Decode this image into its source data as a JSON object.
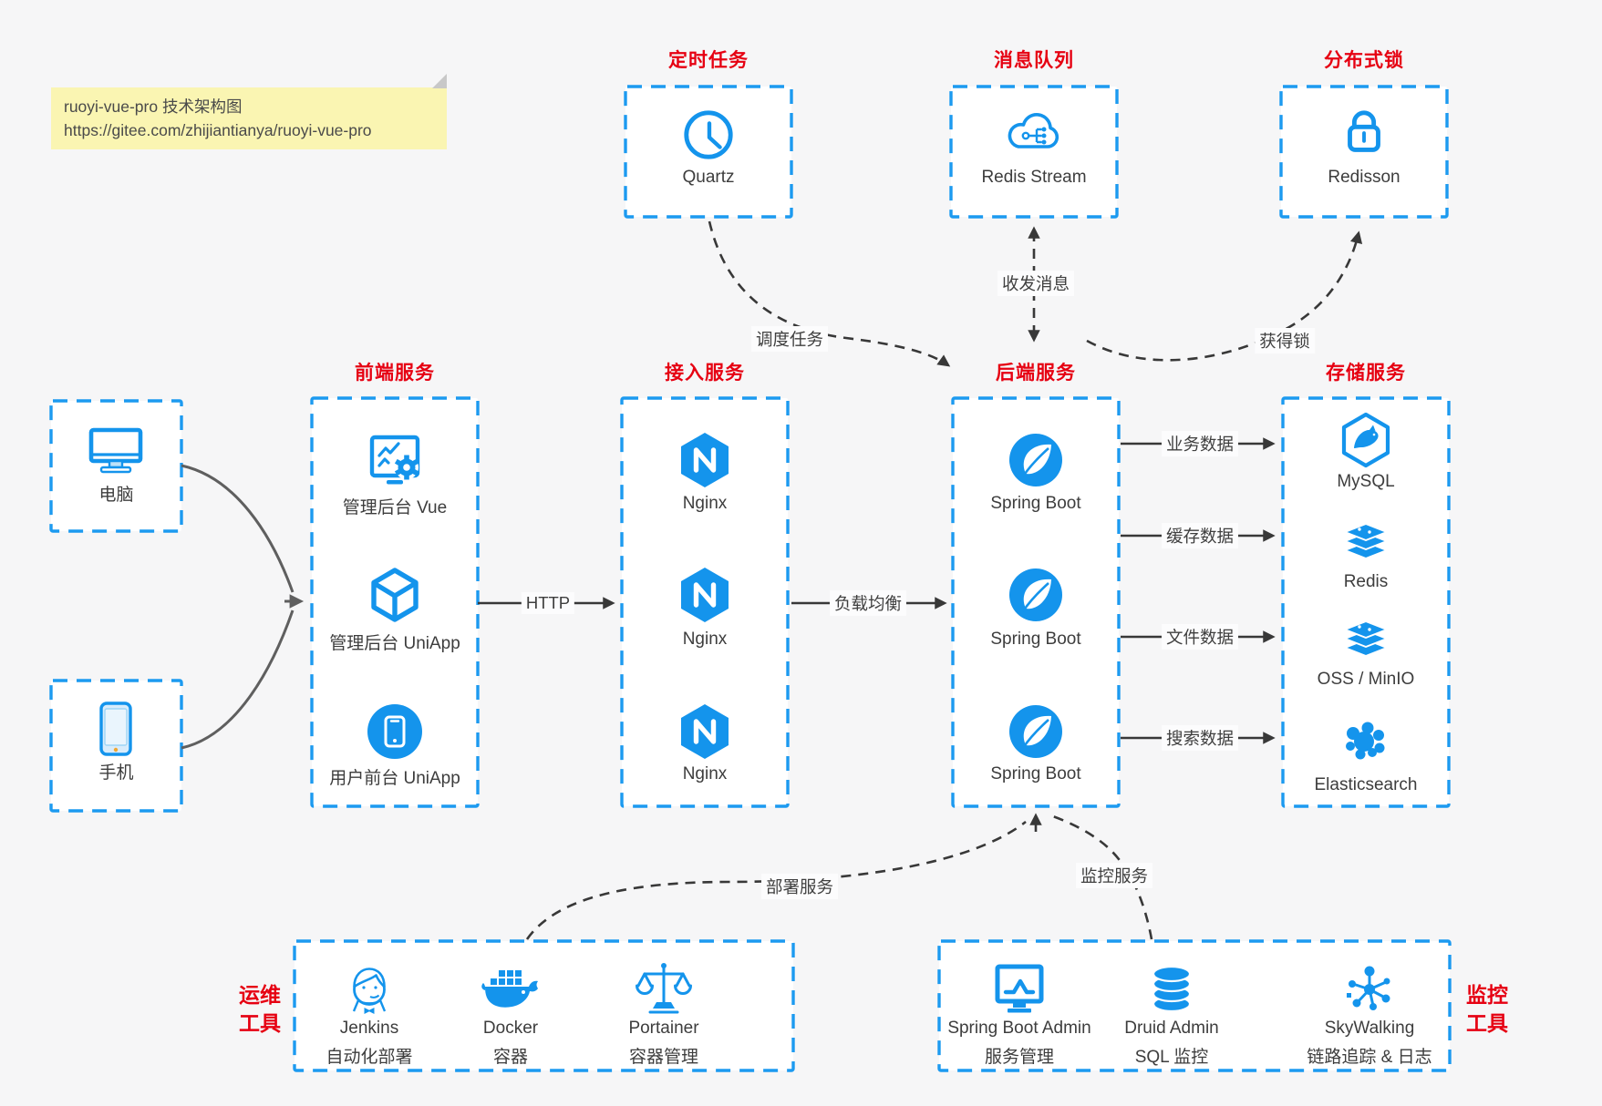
{
  "note": {
    "line1": "ruoyi-vue-pro 技术架构图",
    "line2": "https://gitee.com/zhijiantianya/ruoyi-vue-pro"
  },
  "colors": {
    "accent_blue": "#1494ec",
    "dashed_border_blue": "#1c9af0",
    "title_red": "#e60012",
    "note_yellow": "#faf5b2",
    "text": "#3d3d3d",
    "line_dark": "#383838",
    "line_gray": "#5f5f5f"
  },
  "top_groups": [
    {
      "title": "定时任务",
      "icon": "clock-icon",
      "label": "Quartz"
    },
    {
      "title": "消息队列",
      "icon": "cloud-stream-icon",
      "label": "Redis Stream"
    },
    {
      "title": "分布式锁",
      "icon": "lock-icon",
      "label": "Redisson"
    }
  ],
  "clients": [
    {
      "icon": "desktop-icon",
      "label": "电脑"
    },
    {
      "icon": "smartphone-icon",
      "label": "手机"
    }
  ],
  "columns": {
    "frontend": {
      "title": "前端服务",
      "items": [
        {
          "icon": "admin-vue-icon",
          "label": "管理后台 Vue"
        },
        {
          "icon": "uniapp-cube-icon",
          "label": "管理后台 UniApp"
        },
        {
          "icon": "user-app-icon",
          "label": "用户前台 UniApp"
        }
      ]
    },
    "gateway": {
      "title": "接入服务",
      "items": [
        {
          "icon": "nginx-icon",
          "label": "Nginx"
        },
        {
          "icon": "nginx-icon",
          "label": "Nginx"
        },
        {
          "icon": "nginx-icon",
          "label": "Nginx"
        }
      ]
    },
    "backend": {
      "title": "后端服务",
      "items": [
        {
          "icon": "spring-boot-icon",
          "label": "Spring Boot"
        },
        {
          "icon": "spring-boot-icon",
          "label": "Spring Boot"
        },
        {
          "icon": "spring-boot-icon",
          "label": "Spring Boot"
        }
      ]
    },
    "storage": {
      "title": "存储服务",
      "items": [
        {
          "icon": "mysql-icon",
          "label": "MySQL"
        },
        {
          "icon": "redis-stack-icon",
          "label": "Redis"
        },
        {
          "icon": "oss-stack-icon",
          "label": "OSS / MinIO"
        },
        {
          "icon": "elasticsearch-icon",
          "label": "Elasticsearch"
        }
      ]
    }
  },
  "edges": {
    "http": "HTTP",
    "load_balance": "负载均衡",
    "schedule_task": "调度任务",
    "send_receive_message": "收发消息",
    "acquire_lock": "获得锁",
    "business_data": "业务数据",
    "cache_data": "缓存数据",
    "file_data": "文件数据",
    "search_data": "搜索数据",
    "deploy_service": "部署服务",
    "monitor_service": "监控服务"
  },
  "ops_tools": {
    "side_title_line1": "运维",
    "side_title_line2": "工具",
    "items": [
      {
        "icon": "jenkins-icon",
        "label": "Jenkins",
        "sublabel": "自动化部署"
      },
      {
        "icon": "docker-icon",
        "label": "Docker",
        "sublabel": "容器"
      },
      {
        "icon": "portainer-icon",
        "label": "Portainer",
        "sublabel": "容器管理"
      }
    ]
  },
  "monitor_tools": {
    "side_title_line1": "监控",
    "side_title_line2": "工具",
    "items": [
      {
        "icon": "spring-boot-admin-icon",
        "label": "Spring Boot Admin",
        "sublabel": "服务管理"
      },
      {
        "icon": "druid-icon",
        "label": "Druid Admin",
        "sublabel": "SQL 监控"
      },
      {
        "icon": "skywalking-icon",
        "label": "SkyWalking",
        "sublabel": "链路追踪 & 日志"
      }
    ]
  }
}
